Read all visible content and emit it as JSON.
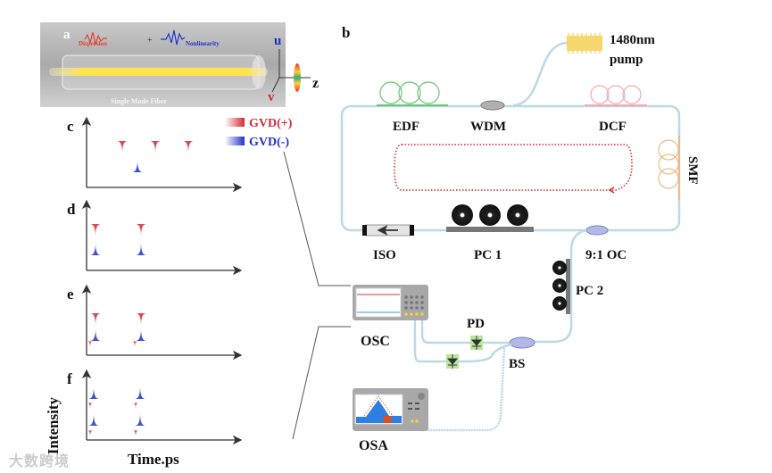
{
  "panel_a": {
    "label": "a",
    "dispersion": "Dispersion",
    "plus": "+",
    "nonlinearity": "Nonlinearity",
    "fiber_caption": "Single Mode Fiber",
    "axis_u": "u",
    "axis_v": "v",
    "axis_z": "z"
  },
  "legend": {
    "pos": "GVD(+)",
    "neg": "GVD(-)",
    "pos_color": "#d42a3a",
    "neg_color": "#2233cc"
  },
  "plots": [
    {
      "label": "c"
    },
    {
      "label": "d"
    },
    {
      "label": "e"
    },
    {
      "label": "f"
    }
  ],
  "axes": {
    "ylabel": "Intensity",
    "xlabel": "Time.ps"
  },
  "panel_b": {
    "label": "b",
    "pump": "1480nm",
    "pump2": "pump",
    "edf": "EDF",
    "wdm": "WDM",
    "dcf": "DCF",
    "smf": "SMF",
    "iso": "ISO",
    "pc1": "PC 1",
    "oc": "9:1 OC",
    "pc2": "PC 2",
    "pd": "PD",
    "bs": "BS",
    "osc": "OSC",
    "osa": "OSA"
  },
  "watermark": "大数跨境"
}
